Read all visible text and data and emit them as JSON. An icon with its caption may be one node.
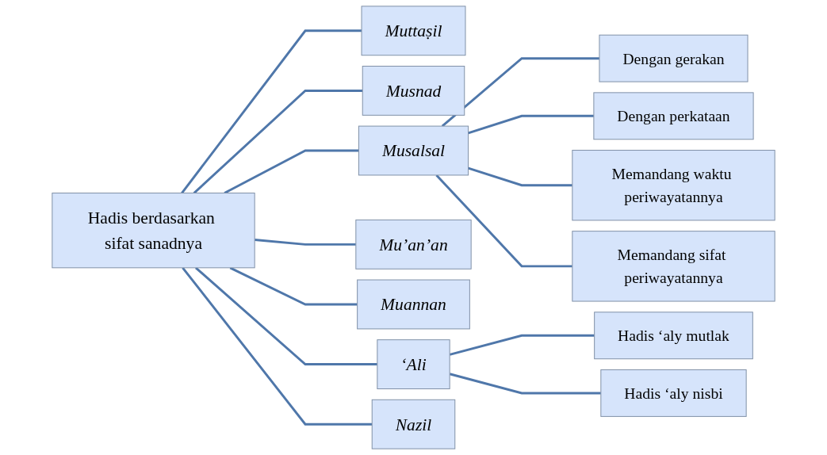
{
  "diagram": {
    "nodes": [
      {
        "text": [
          "Hadis berdasarkan sifat sanadnya"
        ]
      },
      {
        "text": [
          "Muttaṣil"
        ]
      },
      {
        "text": [
          "Musnad"
        ]
      },
      {
        "text": [
          "Musalsal"
        ]
      },
      {
        "text": [
          "Dengan gerakan"
        ]
      },
      {
        "text": [
          "Dengan perkataan"
        ]
      },
      {
        "text": [
          "Memandang waktu periwayatannya"
        ]
      },
      {
        "text": [
          "Memandang sifat periwayatannya"
        ]
      },
      {
        "text": [
          "Mu’an’an"
        ]
      },
      {
        "text": [
          "Muannan"
        ]
      },
      {
        "text": [
          "‘Ali"
        ]
      },
      {
        "text": [
          "Hadis ‘aly mutlak"
        ]
      },
      {
        "text": [
          "Hadis ‘aly nisbi"
        ]
      },
      {
        "text": [
          "Nazil"
        ]
      }
    ],
    "edges": [
      {
        "from": 0,
        "to": 1,
        "arrow": "none"
      },
      {
        "from": 0,
        "to": 2,
        "arrow": "none"
      },
      {
        "from": 0,
        "to": 3,
        "arrow": "none"
      },
      {
        "from": 3,
        "to": 4,
        "arrow": "none"
      },
      {
        "from": 3,
        "to": 5,
        "arrow": "none"
      },
      {
        "from": 3,
        "to": 6,
        "arrow": "none"
      },
      {
        "from": 3,
        "to": 7,
        "arrow": "none"
      },
      {
        "from": 0,
        "to": 8,
        "arrow": "none"
      },
      {
        "from": 0,
        "to": 9,
        "arrow": "none"
      },
      {
        "from": 0,
        "to": 10,
        "arrow": "none"
      },
      {
        "from": 10,
        "to": 11,
        "arrow": "none"
      },
      {
        "from": 10,
        "to": 12,
        "arrow": "none"
      },
      {
        "from": 0,
        "to": 13,
        "arrow": "none"
      }
    ]
  }
}
